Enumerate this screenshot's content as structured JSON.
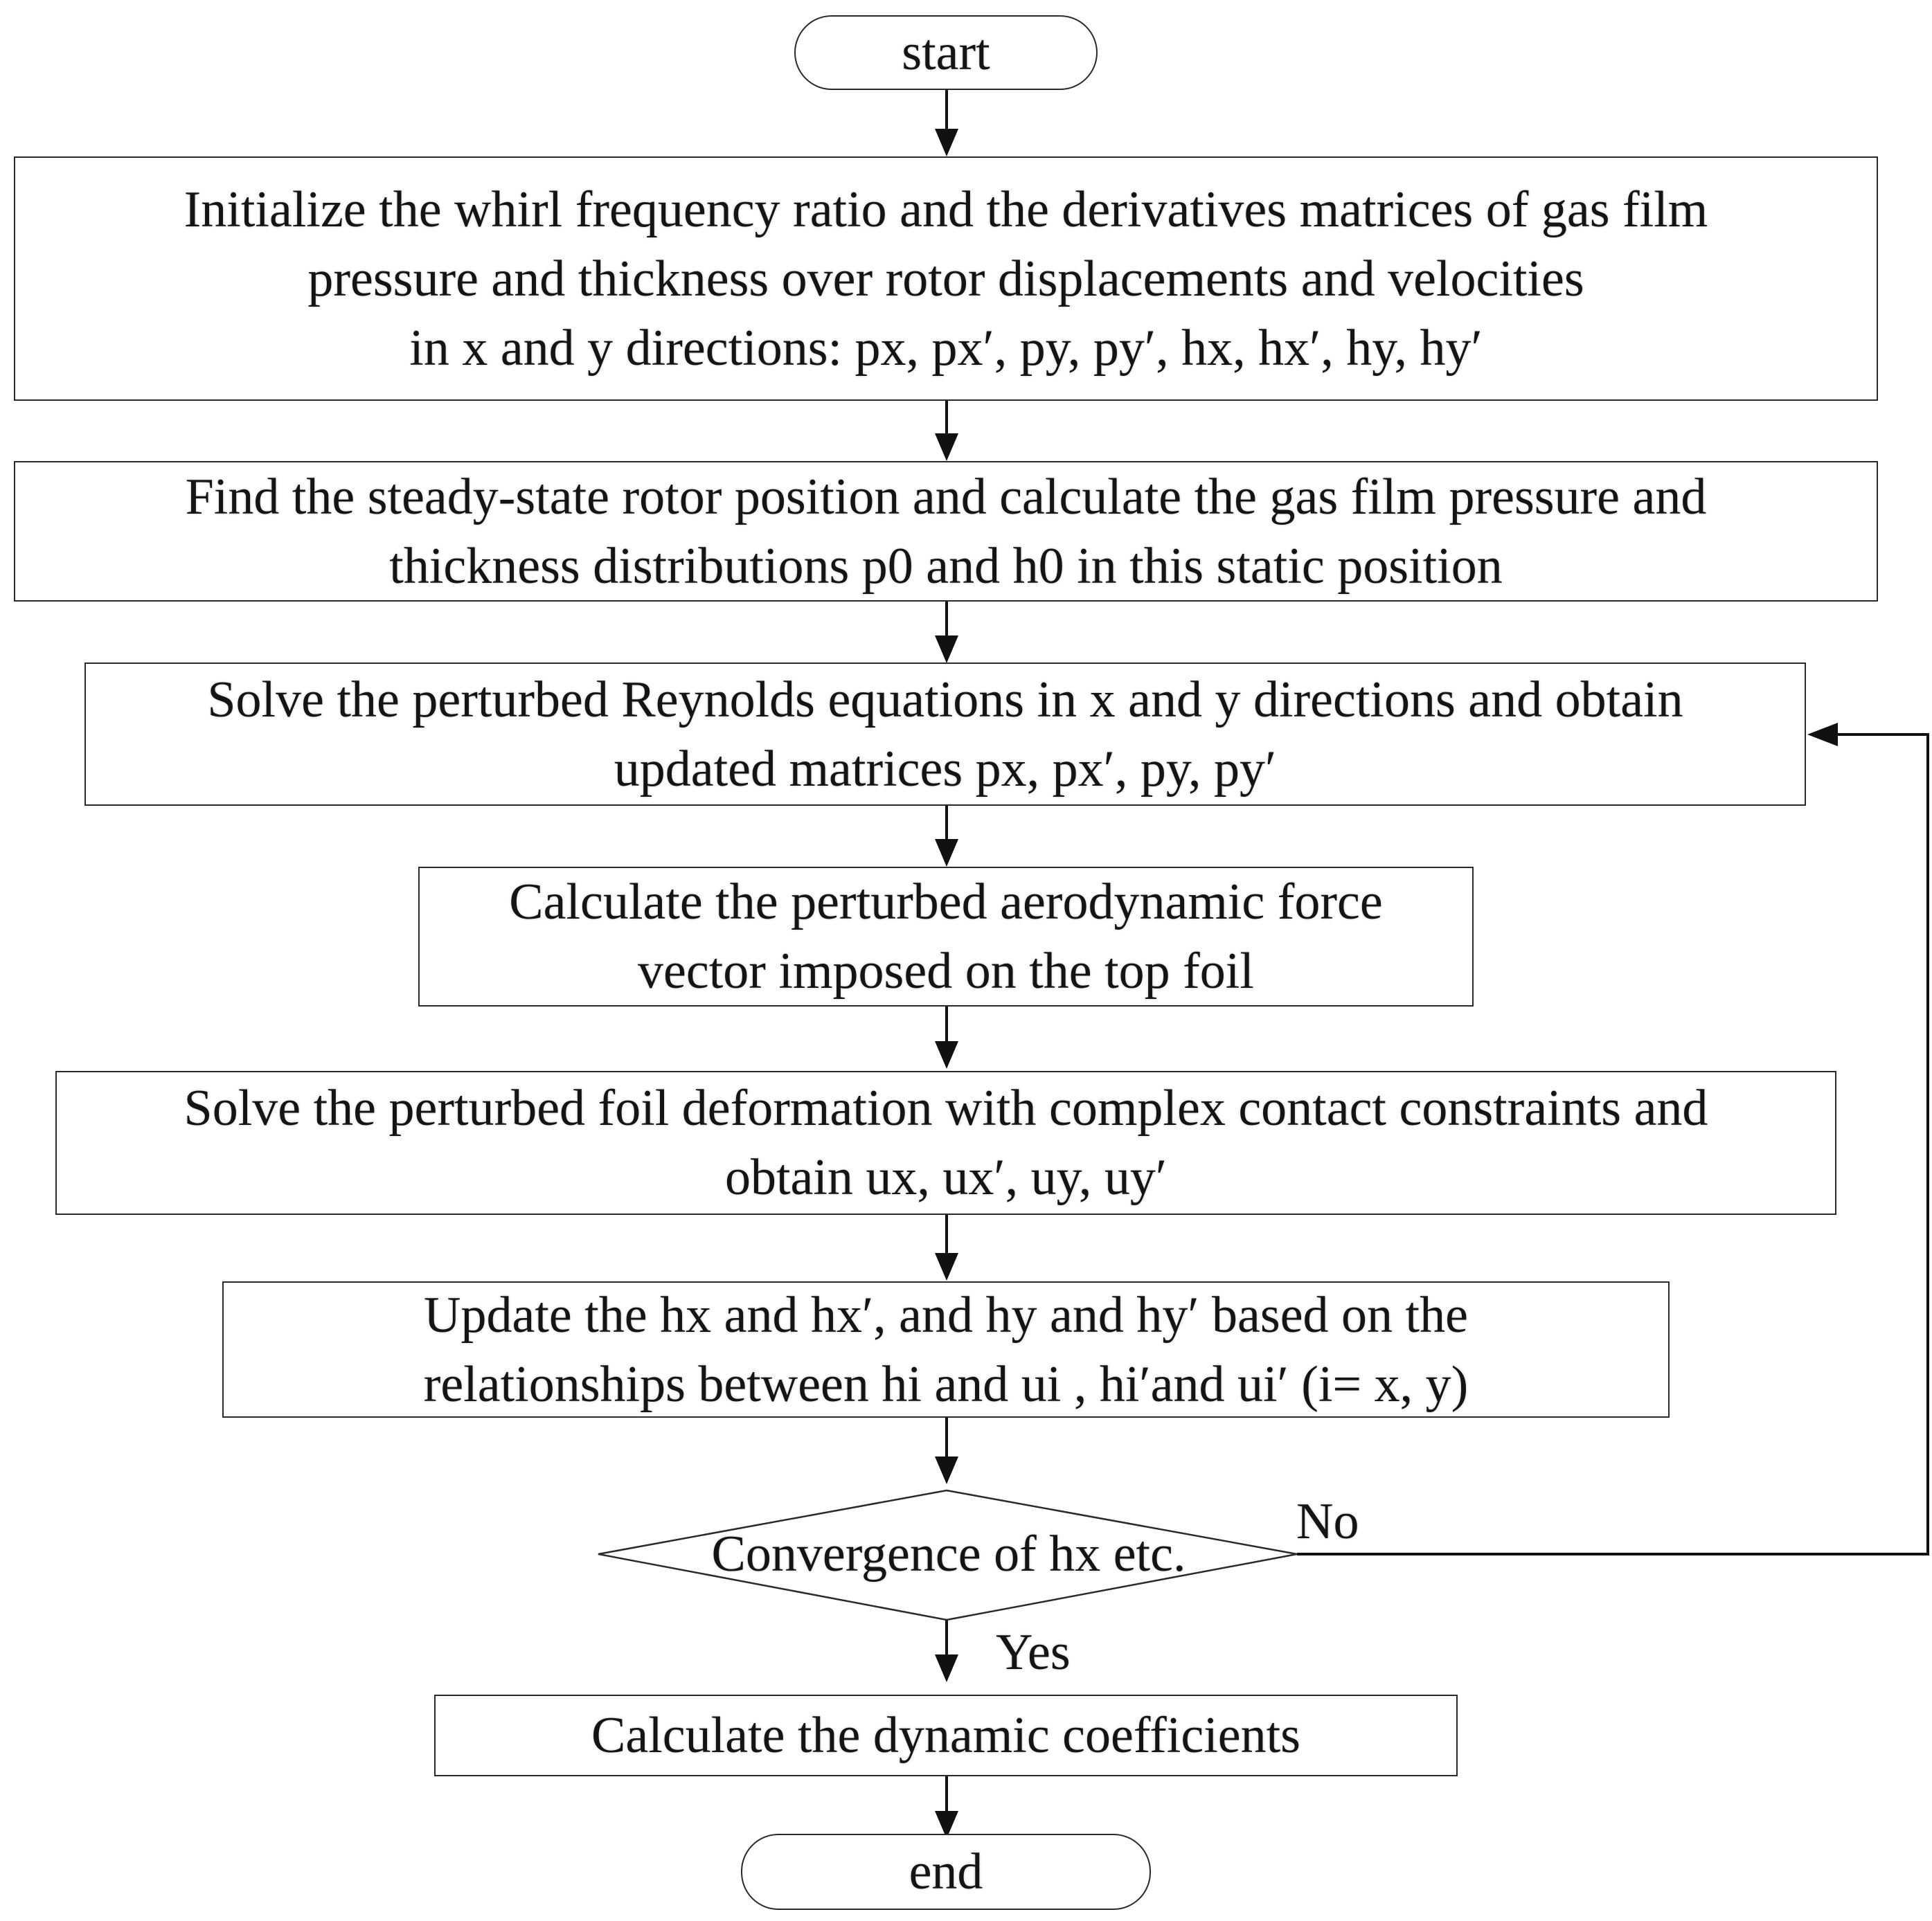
{
  "flowchart": {
    "start": "start",
    "step1": {
      "line1": "Initialize the whirl frequency ratio and the derivatives matrices of gas film",
      "line2": "pressure and thickness over rotor displacements and velocities",
      "line3": "in x and y directions: px, px′, py, py′, hx, hx′, hy, hy′"
    },
    "step2": {
      "line1": "Find the steady-state rotor position and calculate the gas film pressure and",
      "line2": "thickness distributions p0 and h0  in this static position"
    },
    "step3": {
      "line1": "Solve the perturbed Reynolds equations in x and y directions and obtain",
      "line2": "updated matrices px, px′, py, py′"
    },
    "step4": {
      "line1": "Calculate the perturbed aerodynamic force",
      "line2": "vector imposed on the top foil"
    },
    "step5": {
      "line1": "Solve the perturbed foil deformation with complex contact constraints and",
      "line2": "obtain ux, ux′, uy, uy′"
    },
    "step6": {
      "line1": "Update the hx and hx′, and hy and hy′  based on the",
      "line2": "relationships between hi and ui , hi′and ui′ (i= x, y)"
    },
    "decision": "Convergence of hx etc.",
    "no_label": "No",
    "yes_label": "Yes",
    "step7": "Calculate the dynamic coefficients",
    "end": "end"
  }
}
